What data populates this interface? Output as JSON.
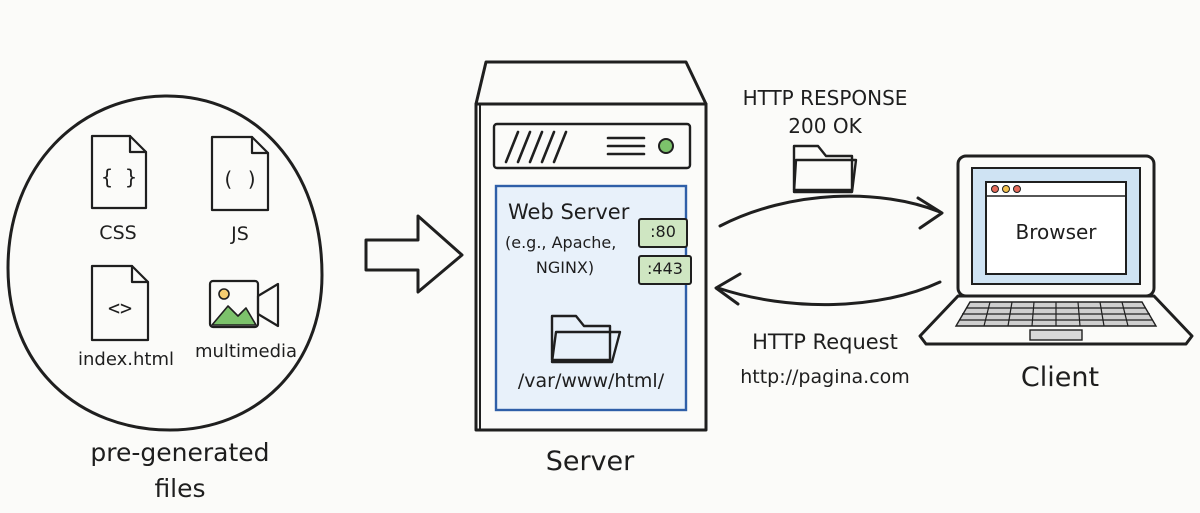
{
  "files": {
    "items": [
      {
        "label": "CSS",
        "glyph": "{ }",
        "icon": "css-file-icon",
        "color": "#cfe0f1"
      },
      {
        "label": "JS",
        "glyph": "( )",
        "icon": "js-file-icon",
        "color": "#f6df8e"
      },
      {
        "label": "index.html",
        "glyph": "<>",
        "icon": "html-file-icon",
        "color": "#e2e2e2"
      },
      {
        "label": "multimedia",
        "icon": "video-media-icon",
        "color": "#a9cbe8"
      }
    ],
    "caption_line1": "pre-generated",
    "caption_line2": "files"
  },
  "server": {
    "panel_line1": "Web Server",
    "panel_line2": "(e.g., Apache,",
    "panel_line3": "NGINX)",
    "ports": [
      ":80",
      ":443"
    ],
    "port_color": "#cfe6c2",
    "path": "/var/www/html/",
    "caption": "Server",
    "panel_color": "#e8f1fa",
    "indicator_color": "#7cc26b"
  },
  "response": {
    "line1": "HTTP RESPONSE",
    "line2": "200 OK",
    "folder_color": "#f5cd70"
  },
  "request": {
    "line1": "HTTP Request",
    "line2": "http://pagina.com"
  },
  "client": {
    "browser_label": "Browser",
    "caption": "Client",
    "screen_color": "#cfe3f3"
  }
}
